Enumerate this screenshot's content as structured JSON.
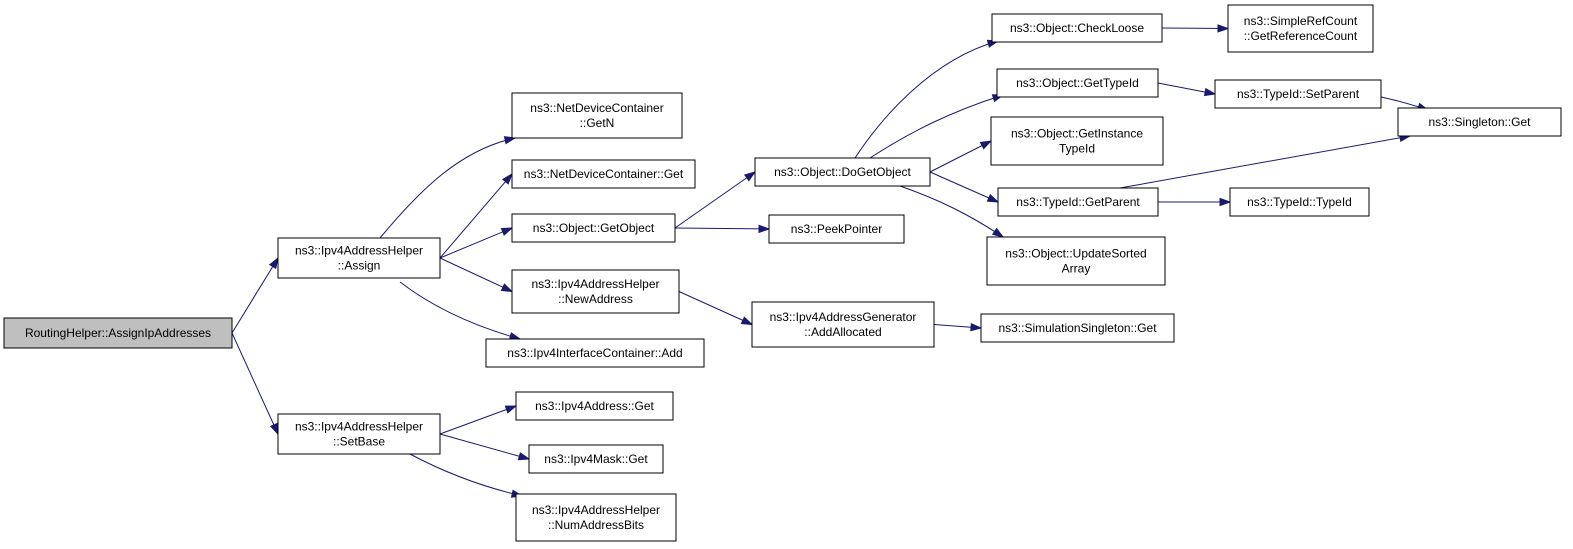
{
  "diagram": {
    "colors": {
      "edge": "#191970",
      "node_border": "#000000",
      "root_fill": "#bfbfbf",
      "node_fill": "#ffffff"
    },
    "nodes": [
      {
        "id": "n0",
        "lines": [
          "RoutingHelper::AssignIpAddresses"
        ],
        "root": true
      },
      {
        "id": "n1",
        "lines": [
          "ns3::Ipv4AddressHelper",
          "::Assign"
        ]
      },
      {
        "id": "n2",
        "lines": [
          "ns3::Ipv4AddressHelper",
          "::SetBase"
        ]
      },
      {
        "id": "n3",
        "lines": [
          "ns3::NetDeviceContainer",
          "::GetN"
        ]
      },
      {
        "id": "n4",
        "lines": [
          "ns3::NetDeviceContainer::Get"
        ]
      },
      {
        "id": "n5",
        "lines": [
          "ns3::Object::GetObject"
        ]
      },
      {
        "id": "n6",
        "lines": [
          "ns3::Ipv4AddressHelper",
          "::NewAddress"
        ]
      },
      {
        "id": "n7",
        "lines": [
          "ns3::Ipv4InterfaceContainer::Add"
        ]
      },
      {
        "id": "n8",
        "lines": [
          "ns3::Ipv4Address::Get"
        ]
      },
      {
        "id": "n9",
        "lines": [
          "ns3::Ipv4Mask::Get"
        ]
      },
      {
        "id": "n10",
        "lines": [
          "ns3::Ipv4AddressHelper",
          "::NumAddressBits"
        ]
      },
      {
        "id": "n11",
        "lines": [
          "ns3::Object::DoGetObject"
        ]
      },
      {
        "id": "n12",
        "lines": [
          "ns3::PeekPointer"
        ]
      },
      {
        "id": "n13",
        "lines": [
          "ns3::Ipv4AddressGenerator",
          "::AddAllocated"
        ]
      },
      {
        "id": "n14",
        "lines": [
          "ns3::Object::CheckLoose"
        ]
      },
      {
        "id": "n15",
        "lines": [
          "ns3::Object::GetTypeId"
        ]
      },
      {
        "id": "n16",
        "lines": [
          "ns3::Object::GetInstance",
          "TypeId"
        ]
      },
      {
        "id": "n17",
        "lines": [
          "ns3::TypeId::GetParent"
        ]
      },
      {
        "id": "n18",
        "lines": [
          "ns3::Object::UpdateSorted",
          "Array"
        ]
      },
      {
        "id": "n19",
        "lines": [
          "ns3::SimulationSingleton::Get"
        ]
      },
      {
        "id": "n20",
        "lines": [
          "ns3::SimpleRefCount",
          "::GetReferenceCount"
        ]
      },
      {
        "id": "n21",
        "lines": [
          "ns3::TypeId::SetParent"
        ]
      },
      {
        "id": "n22",
        "lines": [
          "ns3::TypeId::TypeId"
        ]
      },
      {
        "id": "n23",
        "lines": [
          "ns3::Singleton::Get"
        ]
      }
    ],
    "edges": [
      [
        "n0",
        "n1"
      ],
      [
        "n0",
        "n2"
      ],
      [
        "n1",
        "n3"
      ],
      [
        "n1",
        "n4"
      ],
      [
        "n1",
        "n5"
      ],
      [
        "n1",
        "n6"
      ],
      [
        "n1",
        "n7"
      ],
      [
        "n2",
        "n8"
      ],
      [
        "n2",
        "n9"
      ],
      [
        "n2",
        "n10"
      ],
      [
        "n5",
        "n11"
      ],
      [
        "n5",
        "n12"
      ],
      [
        "n6",
        "n13"
      ],
      [
        "n11",
        "n14"
      ],
      [
        "n11",
        "n15"
      ],
      [
        "n11",
        "n16"
      ],
      [
        "n11",
        "n17"
      ],
      [
        "n11",
        "n18"
      ],
      [
        "n13",
        "n19"
      ],
      [
        "n14",
        "n20"
      ],
      [
        "n15",
        "n21"
      ],
      [
        "n17",
        "n22"
      ],
      [
        "n17",
        "n23"
      ],
      [
        "n21",
        "n23"
      ]
    ]
  }
}
